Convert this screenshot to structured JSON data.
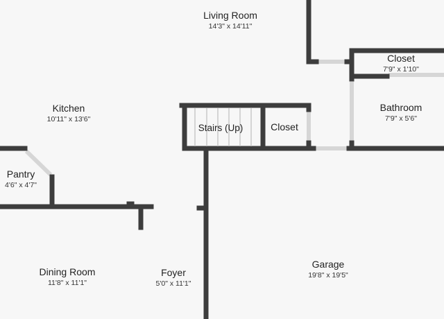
{
  "plan": {
    "colors": {
      "background": "#f7f7f7",
      "wall": "#3d3d3d",
      "window": "#d9d9d9"
    },
    "rooms": [
      {
        "id": "living-room",
        "name": "Living Room",
        "dims": "14'3\" x 14'11\""
      },
      {
        "id": "kitchen",
        "name": "Kitchen",
        "dims": "10'11\" x 13'6\""
      },
      {
        "id": "pantry",
        "name": "Pantry",
        "dims": "4'6\" x 4'7\""
      },
      {
        "id": "stairs",
        "name": "Stairs (Up)",
        "dims": ""
      },
      {
        "id": "closet-lower",
        "name": "Closet",
        "dims": ""
      },
      {
        "id": "closet-upper",
        "name": "Closet",
        "dims": "7'9\" x 1'10\""
      },
      {
        "id": "bathroom",
        "name": "Bathroom",
        "dims": "7'9\" x 5'6\""
      },
      {
        "id": "dining-room",
        "name": "Dining Room",
        "dims": "11'8\" x 11'1\""
      },
      {
        "id": "foyer",
        "name": "Foyer",
        "dims": "5'0\" x 11'1\""
      },
      {
        "id": "garage",
        "name": "Garage",
        "dims": "19'8\" x 19'5\""
      }
    ]
  }
}
